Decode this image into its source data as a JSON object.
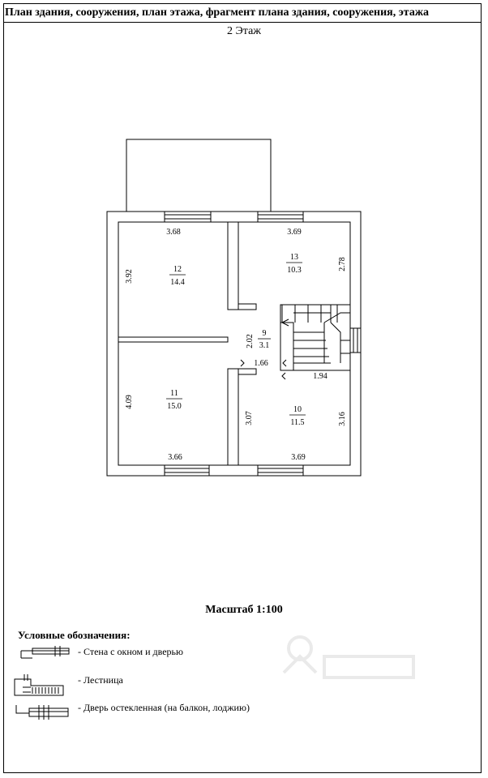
{
  "header": {
    "title": "План здания, сооружения, план этажа, фрагмент плана здания, сооружения, этажа"
  },
  "floor_label": "2 Этаж",
  "rooms": [
    {
      "number": "12",
      "area": "14.4"
    },
    {
      "number": "13",
      "area": "10.3"
    },
    {
      "number": "9",
      "area": "3.1"
    },
    {
      "number": "11",
      "area": "15.0"
    },
    {
      "number": "10",
      "area": "11.5"
    }
  ],
  "dimensions": {
    "room12_width": "3.68",
    "room12_height": "3.92",
    "room13_width": "3.69",
    "room13_height": "2.78",
    "hall_height": "2.02",
    "hall_width": "1.66",
    "stair_width": "1.94",
    "room11_height": "4.09",
    "room11_width": "3.66",
    "room10_left": "3.07",
    "room10_right": "3.16",
    "room10_width": "3.69"
  },
  "scale_label": "Масштаб 1:100",
  "legend": {
    "title": "Условные обозначения:",
    "items": [
      {
        "label": "- Стена с окном и дверью",
        "icon": "wall-window-door-icon"
      },
      {
        "label": "- Лестница",
        "icon": "stair-icon"
      },
      {
        "label": "- Дверь остекленная (на балкон, лоджию)",
        "icon": "glazed-door-icon"
      }
    ]
  }
}
